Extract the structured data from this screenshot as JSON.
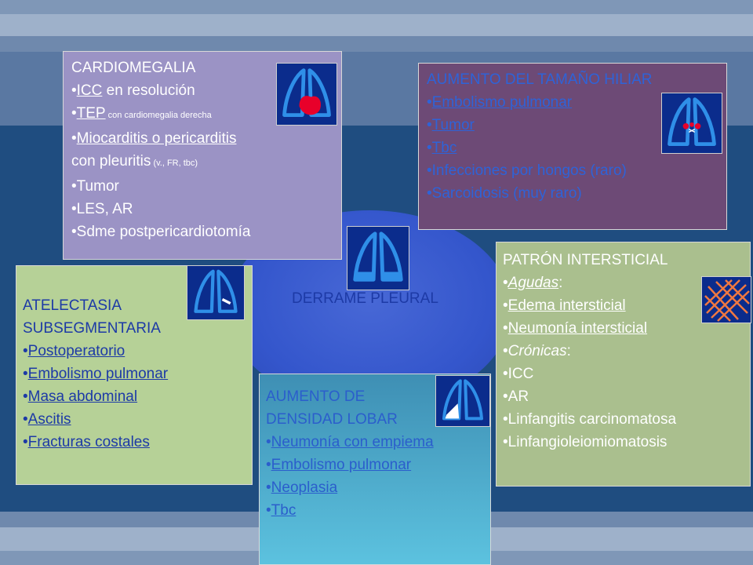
{
  "center": {
    "label": "DERRAME PLEURAL"
  },
  "cardiomegalia": {
    "title": "CARDIOMEGALIA",
    "items": [
      {
        "link": "ICC",
        "rest": " en resolución"
      },
      {
        "link": "TEP",
        "small": " con cardiomegalia derecha"
      },
      {
        "link": "Miocarditis o pericarditis"
      }
    ],
    "cont": "con pleuritis",
    "cont_small": " (v., FR, tbc)",
    "plain": [
      "Tumor",
      "LES, AR",
      "Sdme postpericardiotomía"
    ]
  },
  "hilar": {
    "title": "AUMENTO DEL TAMAÑO HILIAR",
    "links": [
      "Embolismo pulmonar",
      "Tumor",
      "Tbc"
    ],
    "plain": [
      "Infecciones por hongos (raro)",
      "Sarcoidosis (muy raro)"
    ]
  },
  "atelectasia": {
    "title1": "ATELECTASIA",
    "title2": "SUBSEGMENTARIA",
    "links": [
      "Postoperatorio",
      "Embolismo pulmonar",
      "Masa abdominal",
      "Ascitis",
      "Fracturas costales"
    ]
  },
  "densidad": {
    "title1": "AUMENTO DE",
    "title2": "DENSIDAD LOBAR",
    "links": [
      "Neumonía con empiema",
      "Embolismo pulmonar",
      "Neoplasia",
      "Tbc"
    ]
  },
  "intersticial": {
    "title": "PATRÓN INTERSTICIAL",
    "agudas": "Agudas",
    "agudas_links": [
      "Edema intersticial",
      "Neumonía intersticial"
    ],
    "cronicas": "Crónicas",
    "cronicas_items": [
      "ICC",
      "AR",
      "Linfangitis carcinomatosa",
      "Linfangioleiomiomatosis"
    ]
  },
  "colors": {
    "lung": "#2f8fe8",
    "heart": "#e8002a",
    "hatch": "#f07840",
    "icon_bg": "#0b2c8c"
  }
}
